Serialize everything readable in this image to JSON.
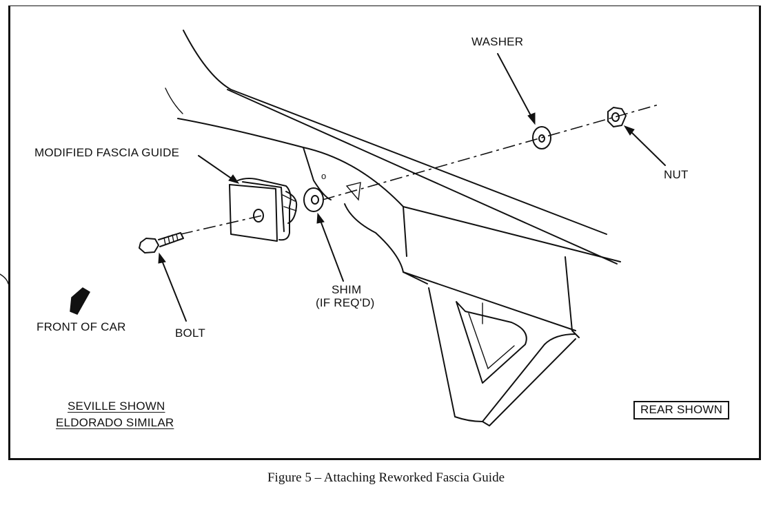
{
  "labels": {
    "washer": "WASHER",
    "nut": "NUT",
    "modified_fascia_guide": "MODIFIED FASCIA GUIDE",
    "shim_line1": "SHIM",
    "shim_line2": "(IF REQ'D)",
    "bolt": "BOLT",
    "front_of_car": "FRONT OF CAR",
    "seville_shown": "SEVILLE SHOWN",
    "eldorado_similar": "ELDORADO SIMILAR",
    "rear_shown": "REAR SHOWN",
    "small_mark": "o"
  },
  "caption": "Figure 5 – Attaching Reworked Fascia Guide"
}
